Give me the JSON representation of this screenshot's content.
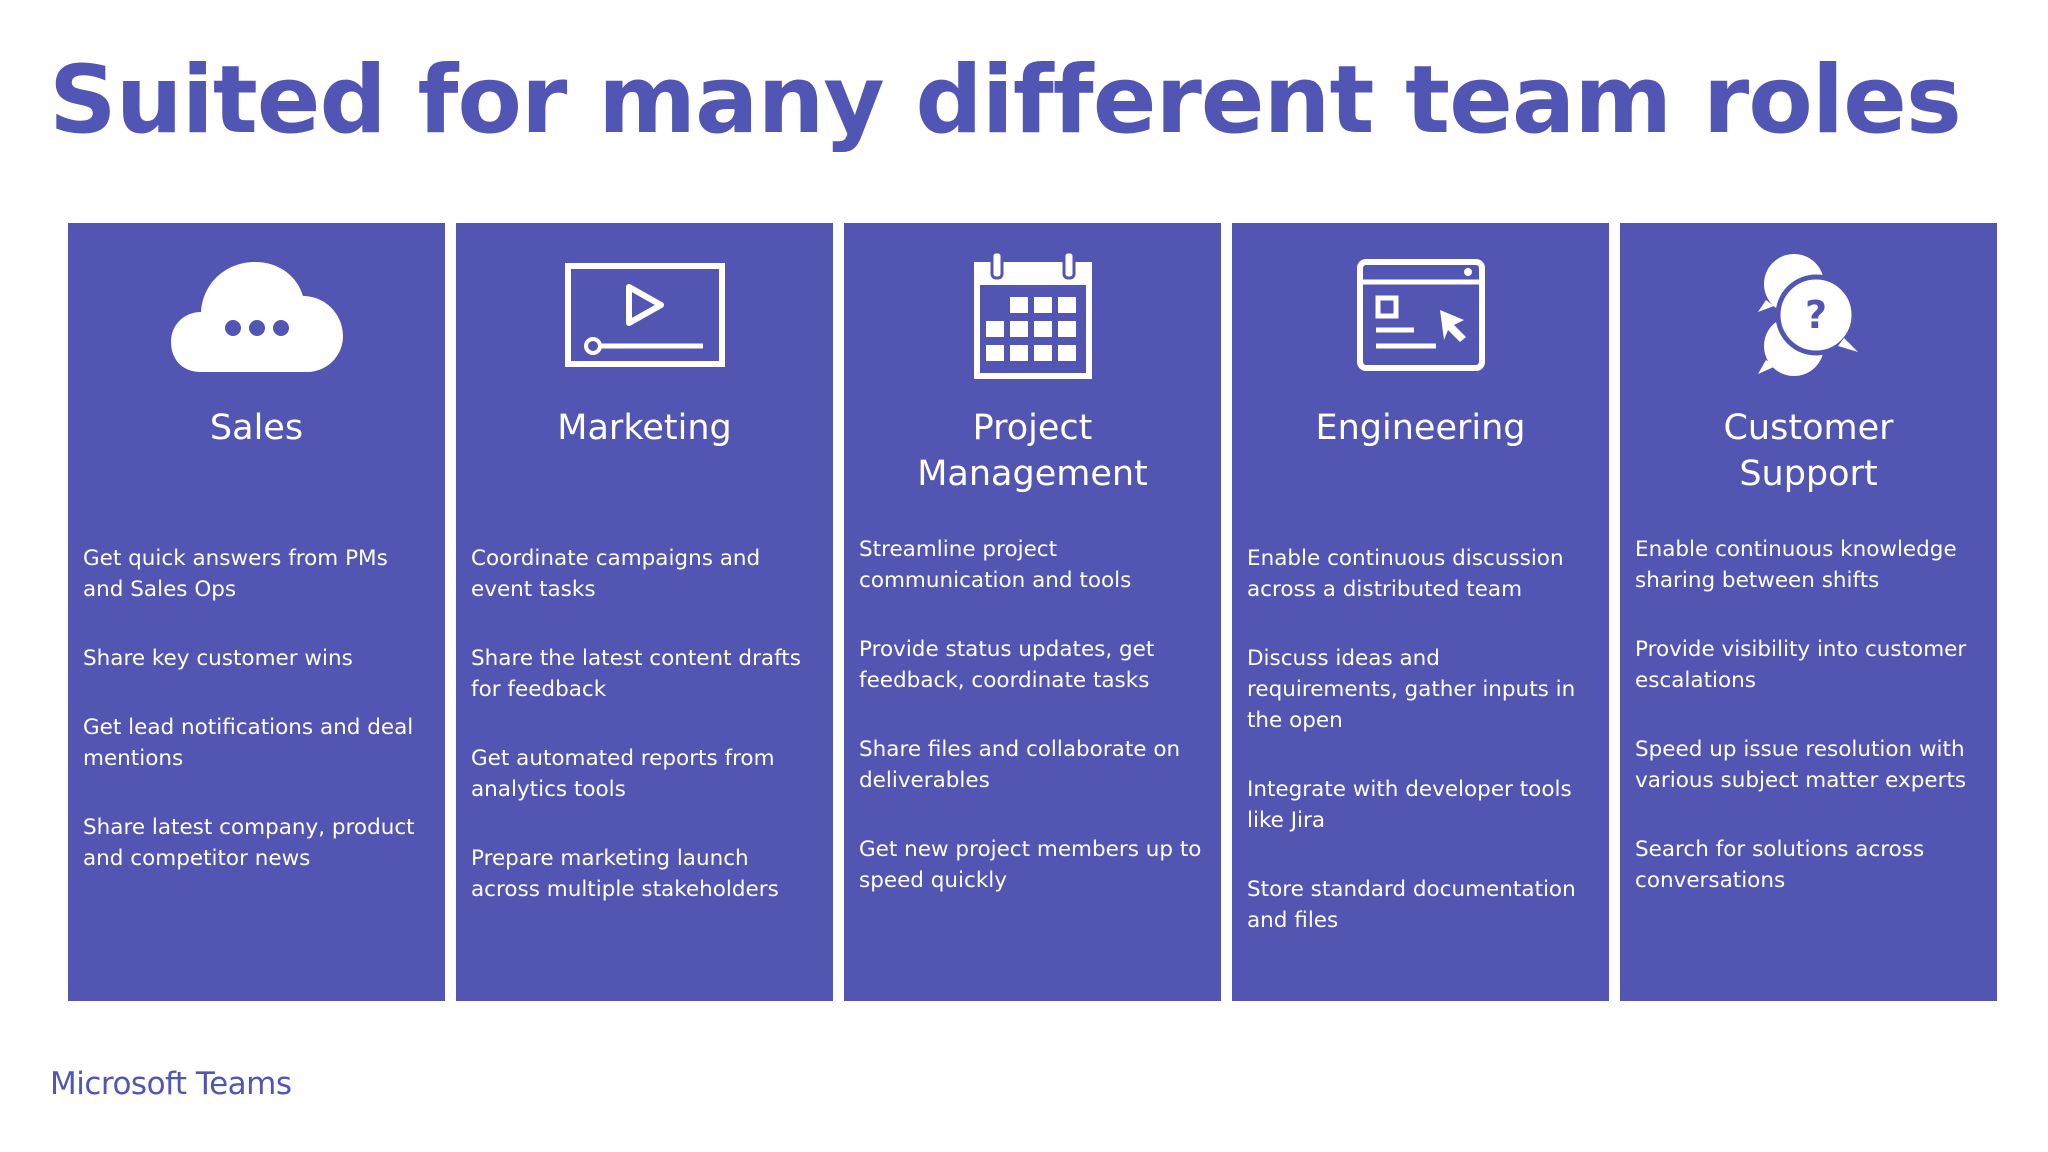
{
  "slide": {
    "title": "Suited for many different team roles",
    "brand": "Microsoft Teams"
  },
  "colors": {
    "accent": "#5155b4",
    "card_bg": "#5355b3",
    "card_text": "#ffffff"
  },
  "cards": [
    {
      "icon": "cloud-chat-icon",
      "title_lines": [
        "Sales"
      ],
      "bullets": [
        "Get quick answers from PMs and Sales Ops",
        "Share key customer wins",
        "Get lead notifications and deal mentions",
        "Share latest company, product and competitor news"
      ]
    },
    {
      "icon": "video-player-icon",
      "title_lines": [
        "Marketing"
      ],
      "bullets": [
        "Coordinate campaigns and event tasks",
        "Share the latest content drafts for feedback",
        "Get automated reports from analytics tools",
        "Prepare marketing launch across multiple stakeholders"
      ]
    },
    {
      "icon": "calendar-icon",
      "title_lines": [
        "Project",
        "Management"
      ],
      "bullets": [
        "Streamline project communication and tools",
        "Provide status updates, get feedback, coordinate tasks",
        "Share files and collaborate on deliverables",
        "Get new project members up to speed quickly"
      ]
    },
    {
      "icon": "browser-window-cursor-icon",
      "title_lines": [
        "Engineering"
      ],
      "bullets": [
        "Enable continuous discussion across a distributed team",
        "Discuss ideas and requirements, gather inputs in the open",
        "Integrate with developer tools like Jira",
        "Store standard documentation and files"
      ]
    },
    {
      "icon": "question-chat-bubbles-icon",
      "title_lines": [
        "Customer",
        "Support"
      ],
      "bullets": [
        "Enable continuous knowledge sharing between shifts",
        "Provide visibility into customer escalations",
        "Speed up issue resolution with various subject matter experts",
        "Search for solutions across conversations"
      ]
    }
  ]
}
